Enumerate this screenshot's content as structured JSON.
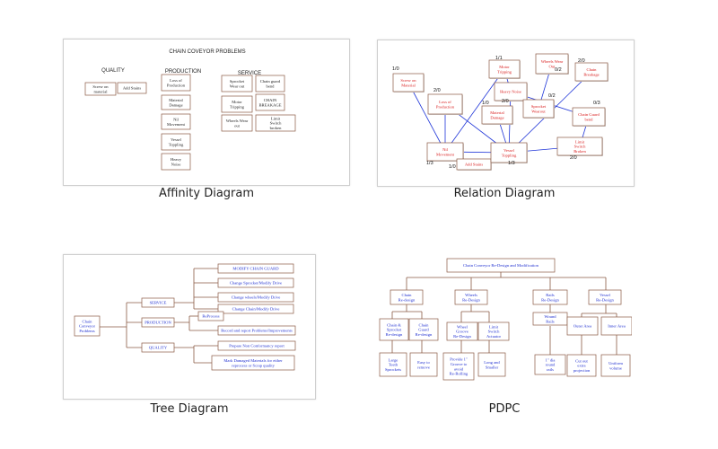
{
  "captions": {
    "affinity": "Affinity Diagram",
    "relation": "Relation Diagram",
    "tree": "Tree Diagram",
    "pdpc": "PDPC"
  },
  "affinity": {
    "title": "CHAIN COVEYOR PROBLEMS",
    "headers": [
      "QUALITY",
      "PRODUCTION",
      "SERVICE"
    ],
    "quality": [
      "Screw on material",
      "Add Stains"
    ],
    "production": [
      "Loss of Production",
      "Material Damage",
      "Nil Movement",
      "Vessel Toppling",
      "Heavy Noise"
    ],
    "service": [
      "Sprocket Wear out",
      "Motor Tripping",
      "Wheels Wear out",
      "Chain guard bend",
      "CHAIN BREAKAGE",
      "Limit Switch broken"
    ]
  },
  "relation": {
    "nodes": [
      "Screw on Material",
      "Loss of Production",
      "Nil Movement",
      "Add Stains",
      "Motor Tripping",
      "Material Damage",
      "Vessel Toppling",
      "Heavy Noise",
      "Wheels Wear Out",
      "Sprocket Wearout",
      "Chain Breakage",
      "Chain Guard bend",
      "Limit Switch Broken"
    ],
    "ratios": [
      "1/0",
      "2/0",
      "1/3",
      "1/0",
      "1/1",
      "1/0",
      "1/3",
      "2/0",
      "0/2",
      "0/2",
      "2/0",
      "0/3",
      "2/0"
    ]
  },
  "tree": {
    "root": "Chain Conveyor Problems",
    "branches": [
      "SERVICE",
      "PRODUCTION",
      "QUALITY"
    ],
    "service_items": [
      "MODIFY CHAIN GUARD",
      "Change Sprocket/Modify Drive",
      "Change wheels/Modify Drive",
      "Change Chain/Modify Drive"
    ],
    "production_sub": "ReProcess",
    "production_item": "Record and report Problems/Improvements",
    "quality_items": [
      "Prepare Non Conformancy report",
      "Mark Damaged Materials for either reprocess or Scrap quality"
    ]
  },
  "pdpc": {
    "root": "Chain Conveyor Re-Design and Modification",
    "level1": [
      "Chain Re-design",
      "Wheels Re-Design",
      "Rails Re-Design",
      "Vessel Re-Design"
    ],
    "level2": [
      "Chain & Sprocket Re-design",
      "Chain Guard Re-design",
      "Wheel Groove Re-Design",
      "Limit Switch Actuator",
      "Wound Rails",
      "Outer Area",
      "Inner Area"
    ],
    "level3": [
      "Large Teeth Sprockets",
      "Easy to remove",
      "Provide 1\" Groove to avoid Re-Rolling",
      "Long and Smaller",
      "1\" dia round rails",
      "Cut out extra projection",
      "Uniform volume"
    ]
  }
}
